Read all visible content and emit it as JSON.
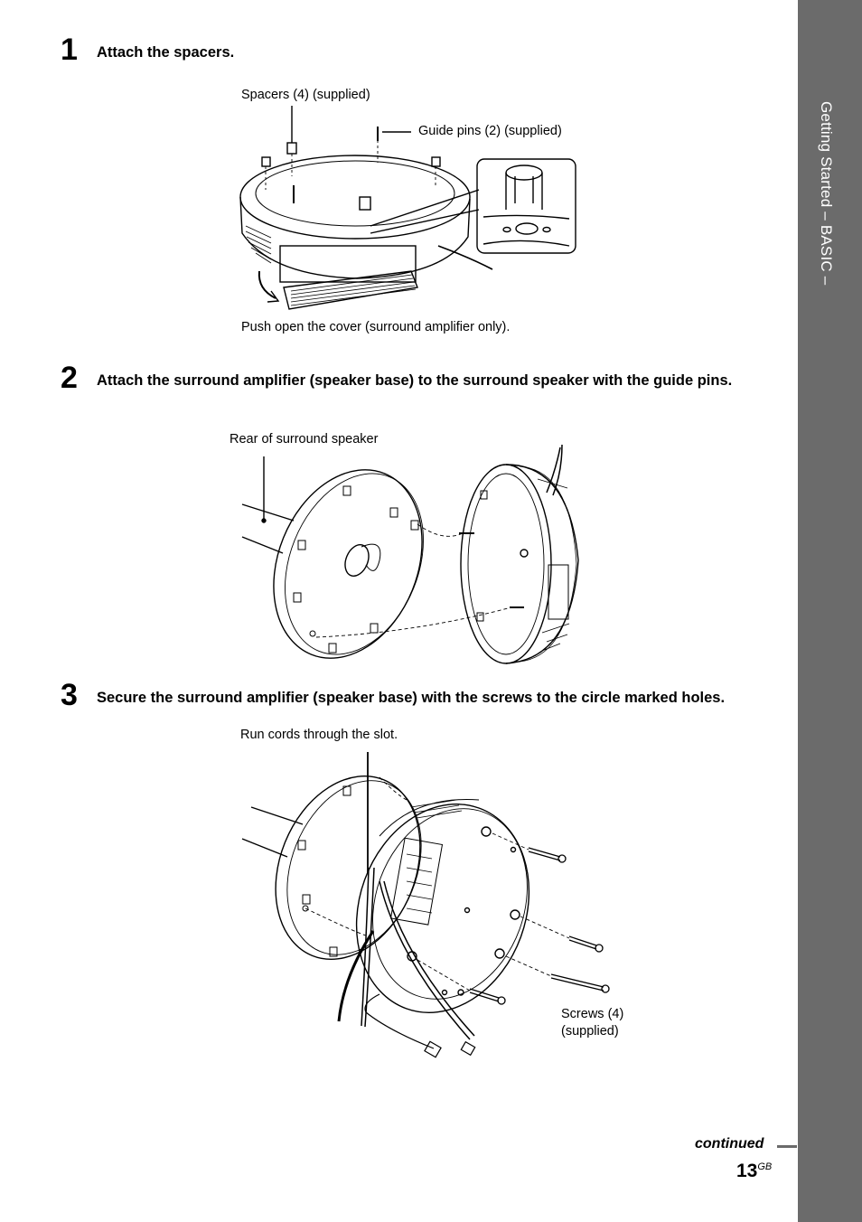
{
  "sidebar": {
    "label": "Getting Started – BASIC –"
  },
  "steps": [
    {
      "number": "1",
      "text": "Attach the spacers."
    },
    {
      "number": "2",
      "text": "Attach the surround amplifier (speaker base) to the surround speaker with the guide pins."
    },
    {
      "number": "3",
      "text": "Secure the surround amplifier (speaker base) with the screws to the circle marked holes."
    }
  ],
  "captions": {
    "spacers": "Spacers (4) (supplied)",
    "guide_pins": "Guide pins (2) (supplied)",
    "push_open": "Push open the cover (surround amplifier only).",
    "rear_speaker": "Rear of surround speaker",
    "run_cords": "Run cords through the slot.",
    "screws": "Screws (4) (supplied)"
  },
  "footer": {
    "continued": "continued",
    "page": "13",
    "page_suffix": "GB"
  },
  "colors": {
    "sidebar": "#6b6b6b",
    "ink": "#000000"
  }
}
